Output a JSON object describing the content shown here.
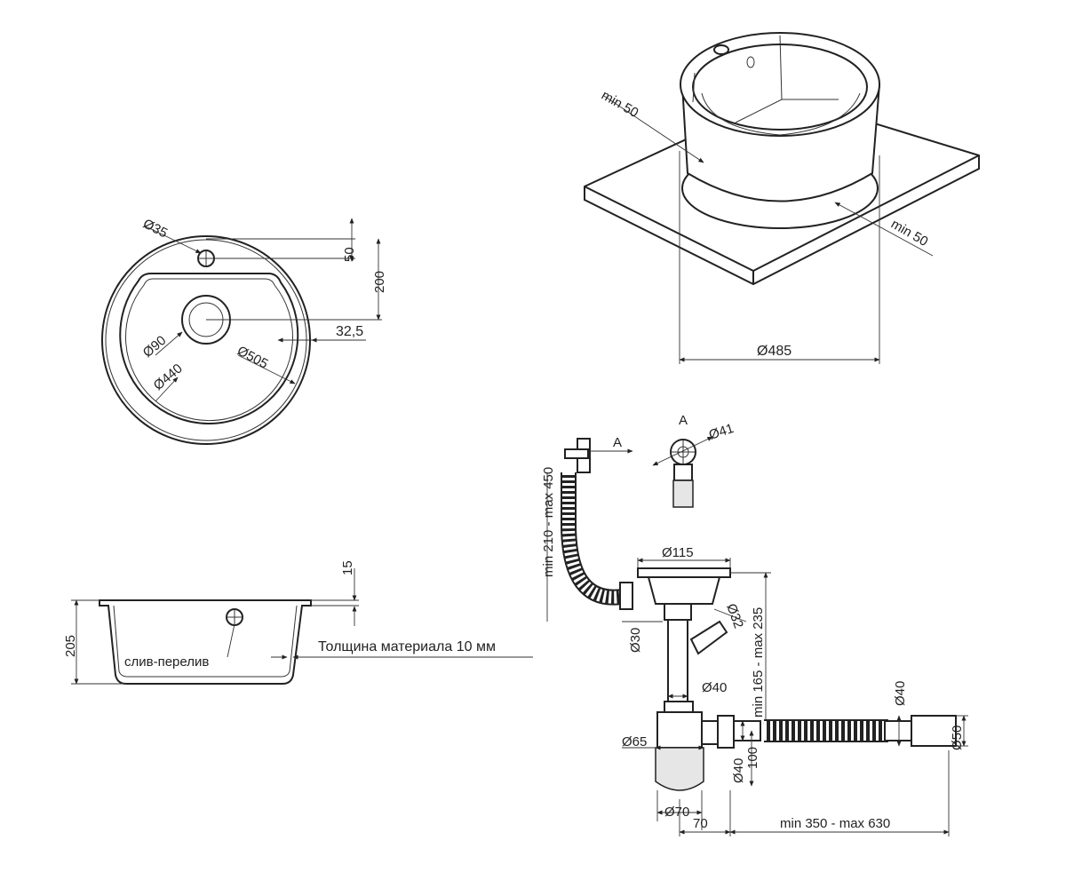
{
  "top_view": {
    "d_hole": "Ø35",
    "d_drain": "Ø90",
    "d_bowl": "Ø440",
    "d_outer": "Ø505",
    "dim_50": "50",
    "dim_200": "200",
    "dim_325": "32,5"
  },
  "iso_view": {
    "min_left": "min 50",
    "min_right": "min 50",
    "d_cutout": "Ø485"
  },
  "section_view": {
    "height": "205",
    "rim": "15",
    "overflow_label": "слив-перелив",
    "thickness_label": "Толщина материала 10 мм"
  },
  "siphon": {
    "detail_marker_a": "A",
    "view_a_label": "A",
    "d_overflow": "Ø41",
    "hose_length": "min 210 - max 450",
    "d_strainer": "Ø115",
    "d_32": "Ø32",
    "d_30": "Ø30",
    "height_range": "min 165 - max 235",
    "d_40_top": "Ø40",
    "d_65": "Ø65",
    "d_40_bottom": "Ø40",
    "dim_100": "100",
    "d_70": "Ø70",
    "dim_70": "70",
    "outlet_length": "min 350 - max 630",
    "d_40_outlet": "Ø40",
    "d_50": "Ø50"
  }
}
